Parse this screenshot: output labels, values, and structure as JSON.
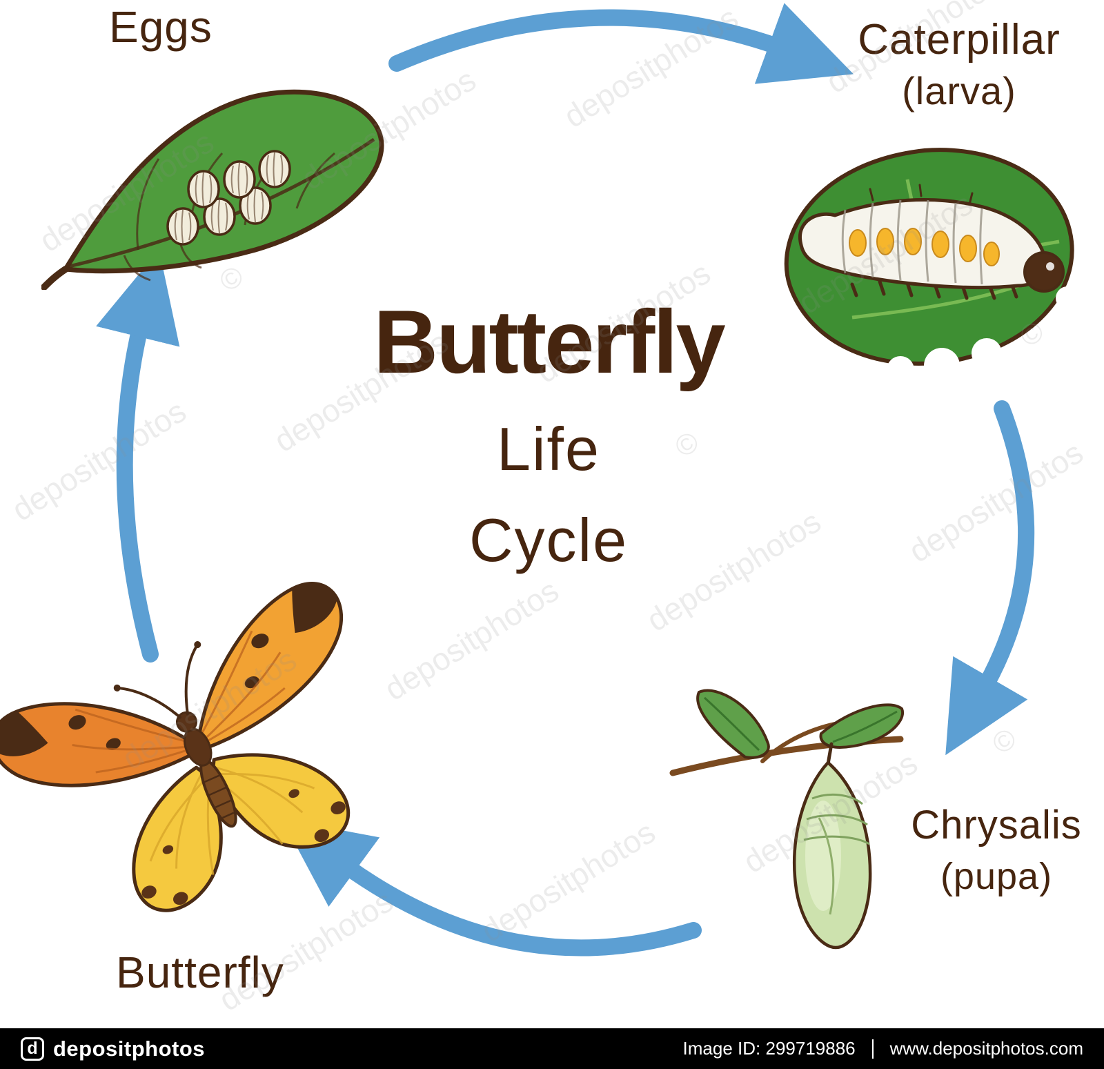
{
  "title": {
    "main": "Butterfly",
    "line2": "Life",
    "line3": "Cycle"
  },
  "stages": {
    "eggs": {
      "label": "Eggs"
    },
    "caterpillar": {
      "label": "Caterpillar",
      "sublabel": "(larva)"
    },
    "chrysalis": {
      "label": "Chrysalis",
      "sublabel": "(pupa)"
    },
    "butterfly": {
      "label": "Butterfly"
    }
  },
  "watermark": {
    "text": "depositphotos",
    "symbol": "©"
  },
  "footer": {
    "logo_letter": "d",
    "brand": "depositphotos",
    "image_id": "Image ID: 299719886",
    "url": "www.depositphotos.com"
  },
  "colors": {
    "arrow_blue": "#5C9FD3",
    "outline_brown": "#4A2B15",
    "text_brown": "#46250F",
    "leaf_green": "#4F9C3D",
    "dark_leaf_green": "#3E8F33",
    "butterfly_orange": "#E8832D",
    "butterfly_yellow": "#F5C93F",
    "chrysalis_green": "#CDE2AE",
    "egg_cream": "#F2EDDC",
    "footer_background": "#000000"
  }
}
